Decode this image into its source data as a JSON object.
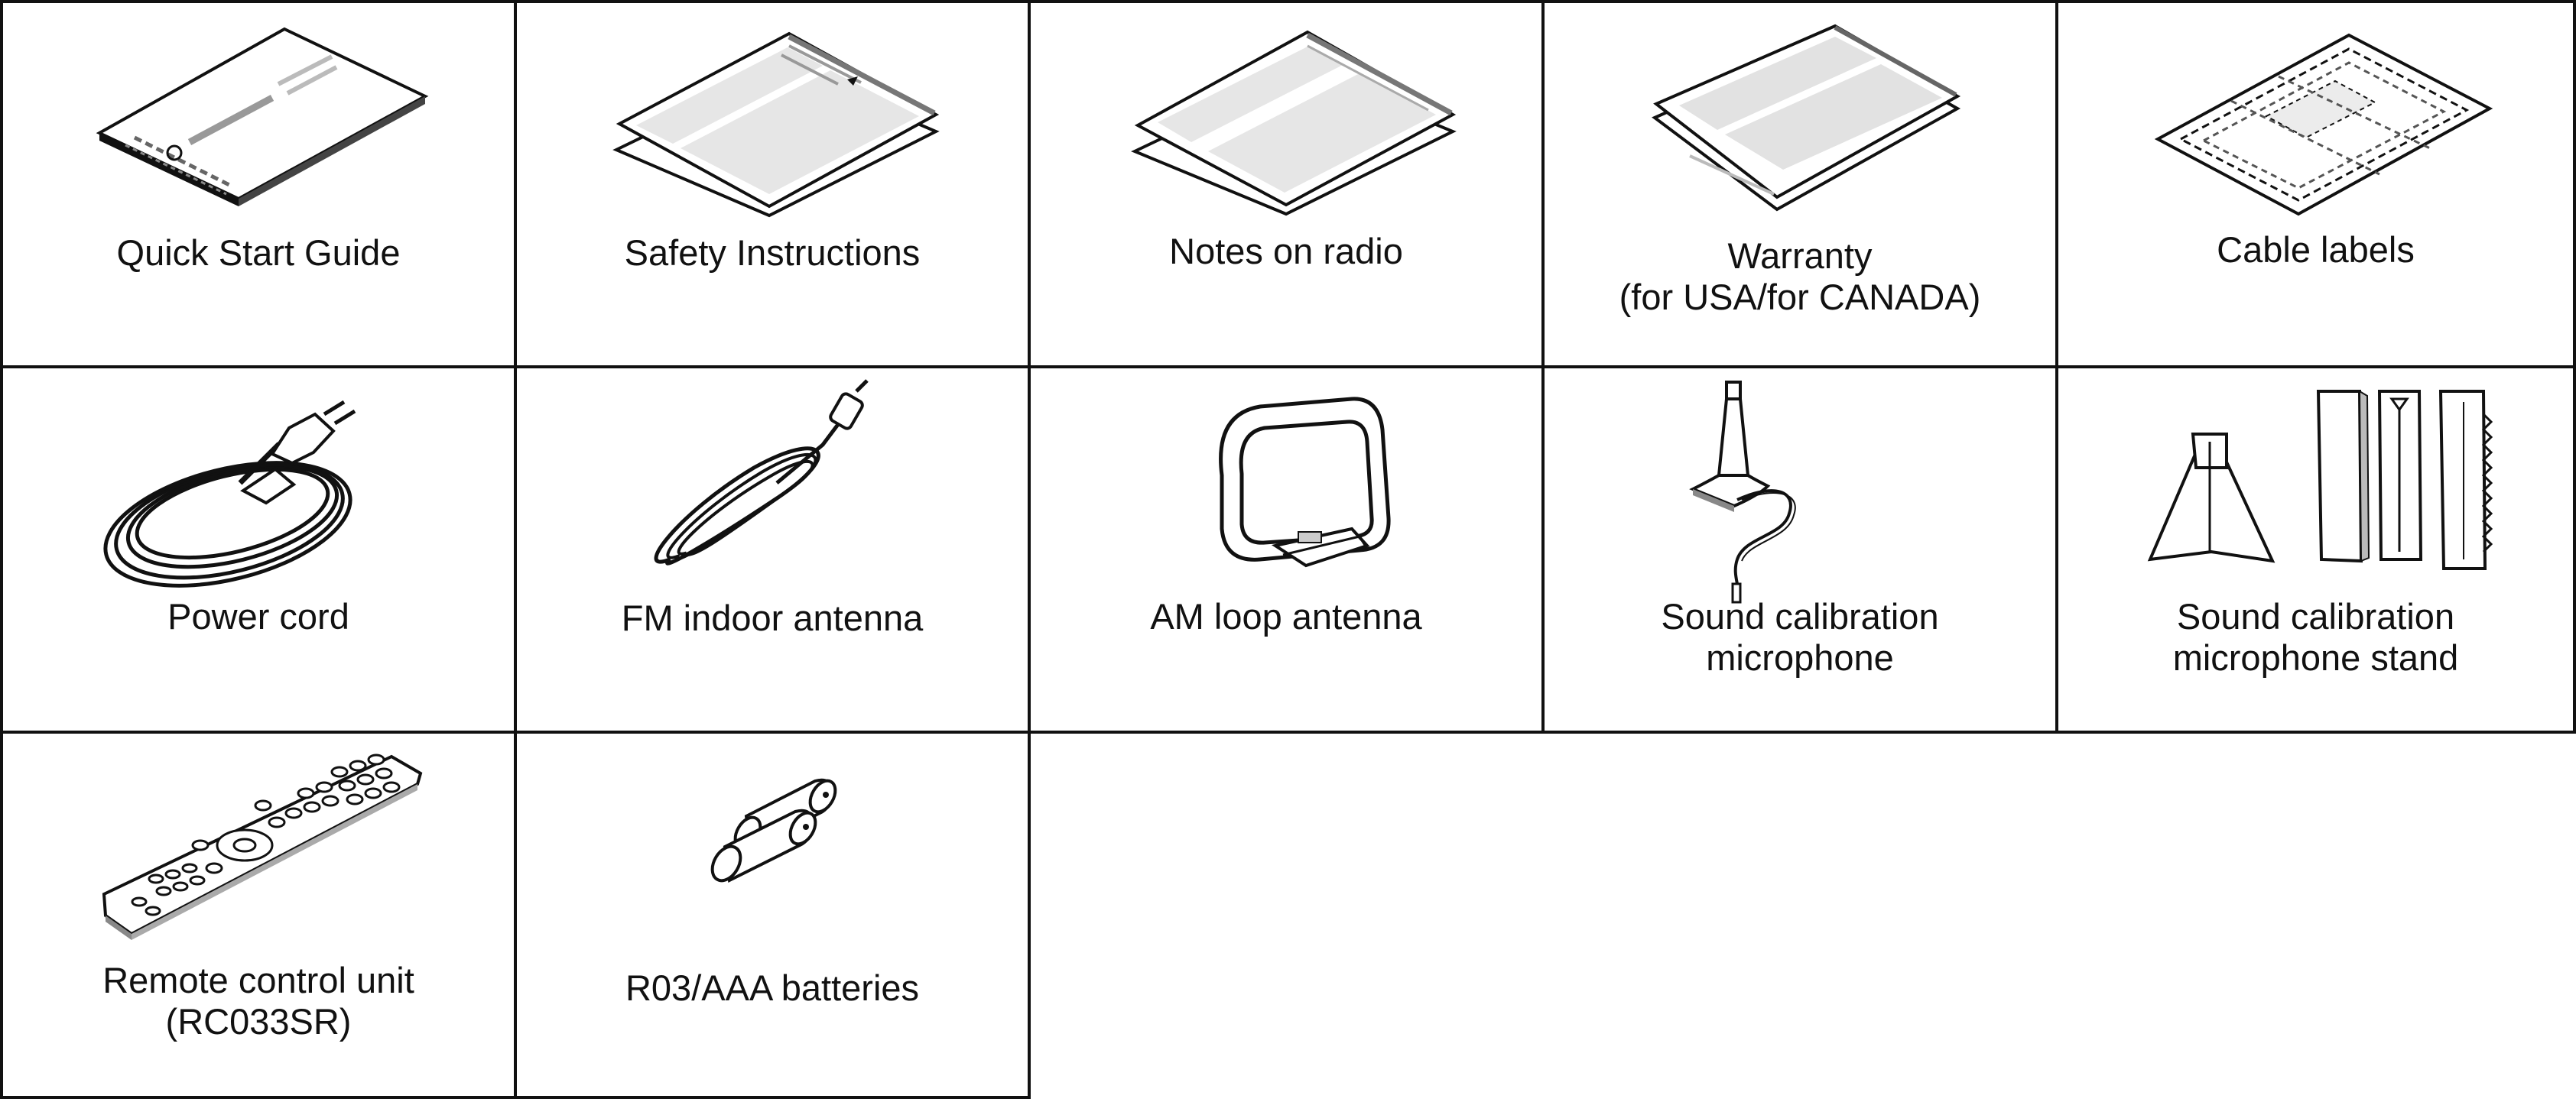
{
  "accessories": [
    {
      "label": "Quick Start Guide",
      "icon": "booklet-icon"
    },
    {
      "label": "Safety Instructions",
      "icon": "sheet-icon"
    },
    {
      "label": "Notes on radio",
      "icon": "sheet-icon"
    },
    {
      "label": "Warranty\n(for USA/for CANADA)",
      "icon": "sheet-icon"
    },
    {
      "label": "Cable labels",
      "icon": "label-sheet-icon"
    },
    {
      "label": "Power cord",
      "icon": "power-cord-icon"
    },
    {
      "label": "FM indoor antenna",
      "icon": "fm-antenna-icon"
    },
    {
      "label": "AM loop antenna",
      "icon": "am-loop-antenna-icon"
    },
    {
      "label": "Sound calibration\nmicrophone",
      "icon": "microphone-icon"
    },
    {
      "label": "Sound calibration\nmicrophone stand",
      "icon": "microphone-stand-icon"
    },
    {
      "label": "Remote control unit\n(RC033SR)",
      "icon": "remote-control-icon"
    },
    {
      "label": "R03/AAA batteries",
      "icon": "batteries-icon"
    }
  ]
}
